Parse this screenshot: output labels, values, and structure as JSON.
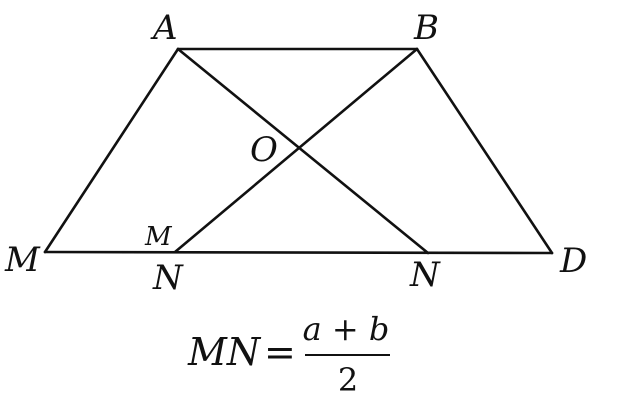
{
  "labels": {
    "A": "A",
    "B": "B",
    "O": "O",
    "M_outer": "M",
    "M_inner": "M",
    "N_inner": "N",
    "N_right": "N",
    "D": "D"
  },
  "formula": {
    "lhs": "MN",
    "equals": "=",
    "numerator": "a + b",
    "denominator": "2"
  }
}
